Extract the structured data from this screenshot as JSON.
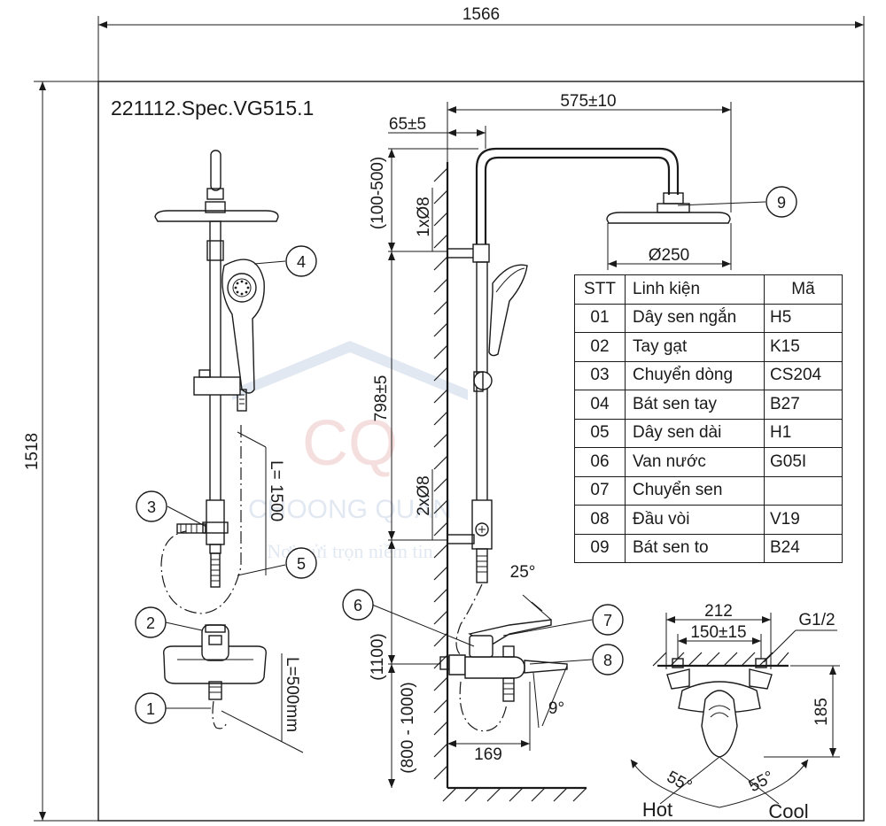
{
  "spec_code": "221112.Spec.VG515.1",
  "dimensions": {
    "overall_width": "1566",
    "overall_height": "1518",
    "arm_length": "575±10",
    "wall_offset": "65±5",
    "top_range": "(100-500)",
    "top_bracket": "1xØ8",
    "head_diameter": "Ø250",
    "bar_height": "798±5",
    "bottom_bracket": "2xØ8",
    "mount_height": "(1100)",
    "floor_range": "(800 - 1000)",
    "spout_reach": "169",
    "lever_angle": "25°",
    "spout_angle": "9°",
    "hose_long": "L= 1500",
    "hose_short": "L=500mm",
    "valve_width": "212",
    "valve_center": "150±15",
    "thread": "G1/2",
    "valve_depth": "185",
    "hot_angle": "55°",
    "cool_angle": "55°",
    "hot_label": "Hot",
    "cool_label": "Cool"
  },
  "callouts": [
    "1",
    "2",
    "3",
    "4",
    "5",
    "6",
    "7",
    "8",
    "9"
  ],
  "watermark": {
    "logo": "CQ",
    "name": "CHOONG QUÂN",
    "slogan": "Nơi gửi trọn niềm tin"
  },
  "parts_table": {
    "headers": [
      "STT",
      "Linh kiện",
      "Mã"
    ],
    "rows": [
      [
        "01",
        "Dây sen ngắn",
        "H5"
      ],
      [
        "02",
        "Tay gạt",
        "K15"
      ],
      [
        "03",
        "Chuyển dòng",
        "CS204"
      ],
      [
        "04",
        "Bát sen tay",
        "B27"
      ],
      [
        "05",
        "Dây sen dài",
        "H1"
      ],
      [
        "06",
        "Van nước",
        "G05I"
      ],
      [
        "07",
        "Chuyển sen",
        ""
      ],
      [
        "08",
        "Đầu vòi",
        "V19"
      ],
      [
        "09",
        "Bát sen to",
        "B24"
      ]
    ]
  },
  "colors": {
    "line": "#1a1a1a",
    "watermark": "#c9d6e6"
  }
}
